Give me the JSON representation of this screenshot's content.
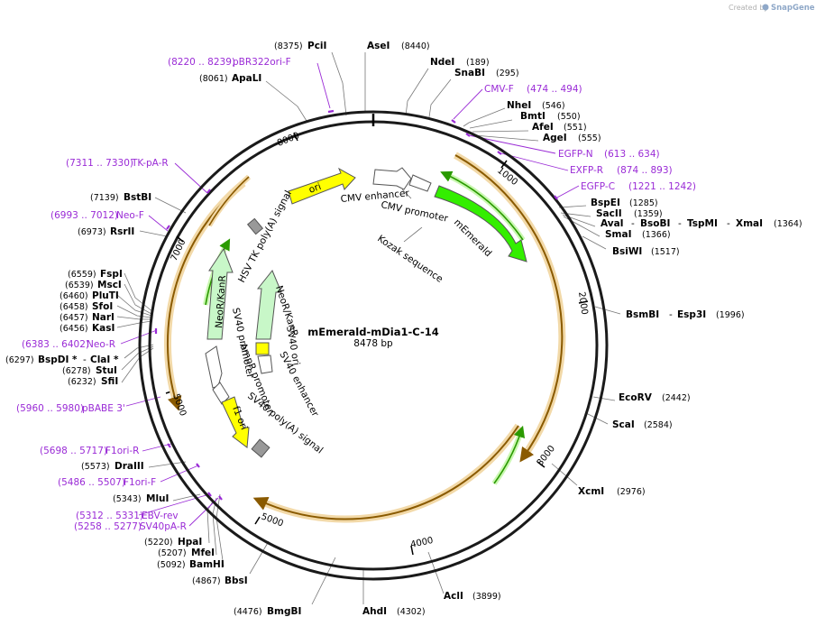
{
  "plasmid": {
    "name": "mEmerald-mDia1-C-14",
    "length_label": "8478 bp",
    "length": 8478
  },
  "watermark": {
    "prefix": "Created by",
    "brand": "SnapGene"
  },
  "ticks": [
    "1000",
    "2000",
    "3000",
    "4000",
    "5000",
    "7000",
    "8000"
  ],
  "enzymes": [
    {
      "name": "PciI",
      "pos": "(8375)"
    },
    {
      "name": "AseI",
      "pos": "(8440)"
    },
    {
      "name": "NdeI",
      "pos": "(189)"
    },
    {
      "name": "SnaBI",
      "pos": "(295)"
    },
    {
      "name": "ApaLI",
      "pos": "(8061)"
    },
    {
      "name": "NheI",
      "pos": "(546)"
    },
    {
      "name": "BmtI",
      "pos": "(550)"
    },
    {
      "name": "AfeI",
      "pos": "(551)"
    },
    {
      "name": "AgeI",
      "pos": "(555)"
    },
    {
      "name": "BspEI",
      "pos": "(1285)"
    },
    {
      "name": "SacII",
      "pos": "(1359)"
    },
    {
      "name": "AvaI",
      "pos": "(1364)",
      "extra": [
        "BsoBI",
        "TspMI",
        "XmaI"
      ]
    },
    {
      "name": "SmaI",
      "pos": "(1366)"
    },
    {
      "name": "BsiWI",
      "pos": "(1517)"
    },
    {
      "name": "BsmBI",
      "pos": "(1996)",
      "extra": [
        "Esp3I"
      ]
    },
    {
      "name": "EcoRV",
      "pos": "(2442)"
    },
    {
      "name": "ScaI",
      "pos": "(2584)"
    },
    {
      "name": "XcmI",
      "pos": "(2976)"
    },
    {
      "name": "AclI",
      "pos": "(3899)"
    },
    {
      "name": "AhdI",
      "pos": "(4302)"
    },
    {
      "name": "BmgBI",
      "pos": "(4476)"
    },
    {
      "name": "BbsI",
      "pos": "(4867)"
    },
    {
      "name": "BamHI",
      "pos": "(5092)"
    },
    {
      "name": "MfeI",
      "pos": "(5207)"
    },
    {
      "name": "HpaI",
      "pos": "(5220)"
    },
    {
      "name": "MluI",
      "pos": "(5343)"
    },
    {
      "name": "DraIII",
      "pos": "(5573)"
    },
    {
      "name": "SfiI",
      "pos": "(6232)"
    },
    {
      "name": "StuI",
      "pos": "(6278)"
    },
    {
      "name": "BspDI *",
      "pos": "(6297)",
      "extra": [
        "ClaI *"
      ]
    },
    {
      "name": "KasI",
      "pos": "(6456)"
    },
    {
      "name": "NarI",
      "pos": "(6457)"
    },
    {
      "name": "SfoI",
      "pos": "(6458)"
    },
    {
      "name": "PluTI",
      "pos": "(6460)"
    },
    {
      "name": "MscI",
      "pos": "(6539)"
    },
    {
      "name": "FspI",
      "pos": "(6559)"
    },
    {
      "name": "RsrII",
      "pos": "(6973)"
    },
    {
      "name": "BstBI",
      "pos": "(7139)"
    }
  ],
  "primers": [
    {
      "name": "pBR322ori-F",
      "range": "(8220 .. 8239)"
    },
    {
      "name": "CMV-F",
      "range": "(474 .. 494)"
    },
    {
      "name": "EGFP-N",
      "range": "(613 .. 634)"
    },
    {
      "name": "EXFP-R",
      "range": "(874 .. 893)"
    },
    {
      "name": "EGFP-C",
      "range": "(1221 .. 1242)"
    },
    {
      "name": "TK-pA-R",
      "range": "(7311 .. 7330)"
    },
    {
      "name": "Neo-F",
      "range": "(6993 .. 7012)"
    },
    {
      "name": "Neo-R",
      "range": "(6383 .. 6402)"
    },
    {
      "name": "pBABE 3'",
      "range": "(5960 .. 5980)"
    },
    {
      "name": "F1ori-R",
      "range": "(5698 .. 5717)"
    },
    {
      "name": "F1ori-F",
      "range": "(5486 .. 5507)"
    },
    {
      "name": "EBV-rev",
      "range": "(5312 .. 5331)"
    },
    {
      "name": "SV40pA-R",
      "range": "(5258 .. 5277)"
    }
  ],
  "features": [
    {
      "name": "ori"
    },
    {
      "name": "CMV enhancer"
    },
    {
      "name": "CMV promoter"
    },
    {
      "name": "mEmerald"
    },
    {
      "name": "Kozak sequence"
    },
    {
      "name": "HSV TK poly(A) signal"
    },
    {
      "name": "NeoR/KanR"
    },
    {
      "name": "NeoR/KanR"
    },
    {
      "name": "SV40 promoter"
    },
    {
      "name": "SV40 ori"
    },
    {
      "name": "SV40 enhancer"
    },
    {
      "name": "AmpR promoter"
    },
    {
      "name": "SV40 poly(A) signal"
    },
    {
      "name": "f1 ori"
    }
  ],
  "colors": {
    "backbone": "#1a1a1a",
    "primer": "#9a2bd6",
    "orf_fill": "#f2d9a8",
    "orf_arrow": "#8a5a00",
    "green_feature": "#33ee00",
    "yellow_feature": "#ffff00",
    "neo_fill": "#c8f7c8"
  }
}
